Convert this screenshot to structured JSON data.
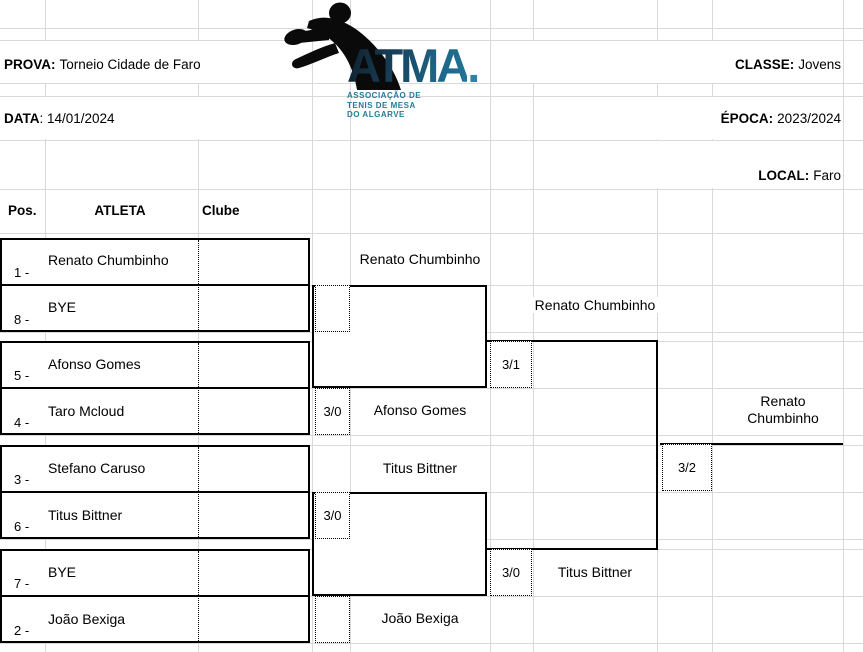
{
  "header": {
    "prova_label": "PROVA:",
    "prova_value": "Torneio Cidade de Faro",
    "data_label": "DATA",
    "data_value": ": 14/01/2024",
    "classe_label": "CLASSE:",
    "classe_value": "Jovens",
    "epoca_label": "ÉPOCA:",
    "epoca_value": "2023/2024",
    "local_label": "LOCAL:",
    "local_value": "Faro"
  },
  "logo": {
    "wordmark": "ATMA",
    "dot": ".",
    "subtitle_lines": [
      "ASSOCIAÇÃO DE",
      "TENIS DE MESA",
      "DO ALGARVE"
    ],
    "teal": "#27799b",
    "dark": "#102330"
  },
  "columns": {
    "pos": "Pos.",
    "atleta": "ATLETA",
    "clube": "Clube"
  },
  "bracket": {
    "round1": [
      {
        "pos": "1 -",
        "name": "Renato Chumbinho"
      },
      {
        "pos": "8 -",
        "name": "BYE"
      },
      {
        "pos": "5 -",
        "name": "Afonso Gomes"
      },
      {
        "pos": "4 -",
        "name": "Taro Mcloud"
      },
      {
        "pos": "3 -",
        "name": "Stefano Caruso"
      },
      {
        "pos": "6 -",
        "name": "Titus Bittner"
      },
      {
        "pos": "7 -",
        "name": "BYE"
      },
      {
        "pos": "2 -",
        "name": "João Bexiga"
      }
    ],
    "round2": [
      {
        "winner": "Renato Chumbinho",
        "score": ""
      },
      {
        "winner": "Afonso Gomes",
        "score": "3/0"
      },
      {
        "winner": "Titus Bittner",
        "score": "3/0"
      },
      {
        "winner": "João Bexiga",
        "score": ""
      }
    ],
    "semifinals": [
      {
        "winner": "Renato Chumbinho",
        "score": "3/1"
      },
      {
        "winner": "Titus Bittner",
        "score": "3/0"
      }
    ],
    "final": {
      "winner": "Renato Chumbinho",
      "score": "3/2"
    }
  }
}
